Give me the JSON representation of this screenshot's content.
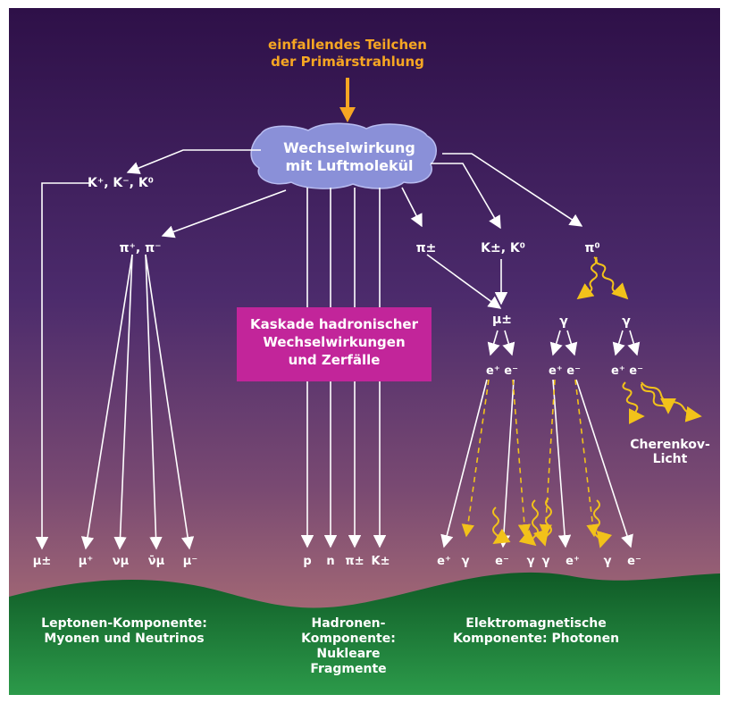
{
  "incoming": "einfallendes Teilchen\nder Primärstrahlung",
  "interaction": "Wechselwirkung\nmit Luftmolekül",
  "kaons_left": "K⁺, K⁻, K⁰",
  "pions_left": "π⁺, π⁻",
  "pion_pm": "π±",
  "kaons_right": "K±, K⁰",
  "pion_zero": "π⁰",
  "cascade_box": "Kaskade hadronischer\nWechselwirkungen\nund Zerfälle",
  "muon_mid": "μ±",
  "gamma_a": "γ",
  "gamma_b": "γ",
  "pair_1": "e⁺ e⁻",
  "pair_2": "e⁺ e⁻",
  "pair_3": "e⁺ e⁻",
  "cherenkov": "Cherenkov-\nLicht",
  "bottom_particles": [
    "μ±",
    "μ⁺",
    "νμ",
    "ν̄μ",
    "μ⁻",
    "p",
    "n",
    "π±",
    "K±",
    "e⁺",
    "γ",
    "e⁻",
    "γ",
    "γ",
    "e⁺",
    "γ",
    "e⁻"
  ],
  "components": {
    "lepton": "Leptonen-Komponente:\nMyonen und Neutrinos",
    "hadron": "Hadronen-\nKomponente:\nNukleare\nFragmente",
    "em": "Elektromagnetische\nKomponente: Photonen"
  },
  "colors": {
    "sky_top": "#2e1048",
    "sky_mid": "#4c2b6c",
    "sky_horizon": "#a36672",
    "ground": "#1b7a38",
    "cloud": "#8a90d8",
    "arrow_orange": "#f6a623",
    "wave_yellow": "#f2c21a",
    "cascade_box": "#c2259a",
    "line": "#ffffff"
  }
}
